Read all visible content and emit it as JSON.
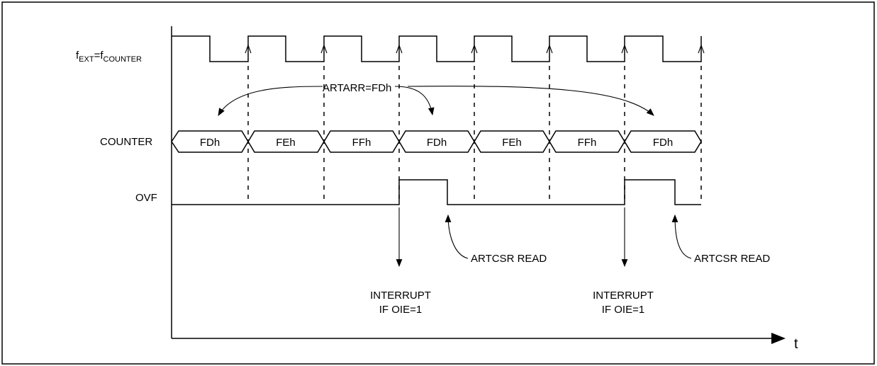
{
  "signals": {
    "clock": {
      "base": "f",
      "sub1": "EXT",
      "eq": "=f",
      "sub2": "COUNTER"
    },
    "counter": "COUNTER",
    "ovf": "OVF"
  },
  "reload_label": "ARTARR=FDh",
  "counter_values": [
    "FDh",
    "FEh",
    "FFh",
    "FDh",
    "FEh",
    "FFh",
    "FDh"
  ],
  "events": {
    "interrupt": [
      {
        "line1": "INTERRUPT",
        "line2": "IF OIE=1"
      },
      {
        "line1": "INTERRUPT",
        "line2": "IF OIE=1"
      }
    ],
    "read": [
      "ARTCSR READ",
      "ARTCSR READ"
    ]
  },
  "time_axis_label": "t"
}
